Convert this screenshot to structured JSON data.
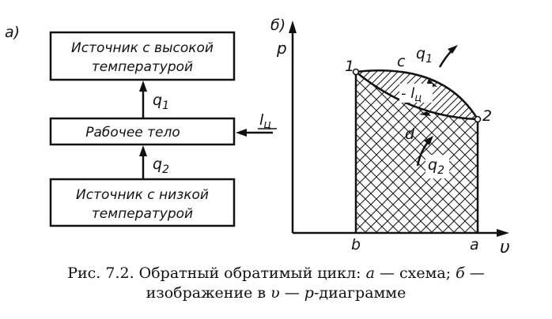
{
  "schema": {
    "panel_label": "а)",
    "hot_source_line1": "Источник с высокой",
    "hot_source_line2": "температурой",
    "working_body": "Рабочее тело",
    "cold_source_line1": "Источник с низкой",
    "cold_source_line2": "температурой",
    "heat_to_hot": "q",
    "heat_to_hot_sub": "1",
    "heat_from_cold": "q",
    "heat_from_cold_sub": "2",
    "work_label": "l",
    "work_sub": "ц"
  },
  "pv_diagram": {
    "panel_label": "б)",
    "y_axis_label": "p",
    "x_axis_label": "υ",
    "point_1": "1",
    "point_2": "2",
    "point_c": "c",
    "point_d": "d",
    "point_a": "a",
    "point_b": "b",
    "work_label": "- l",
    "work_sub": "ц",
    "heat_out_label": "q",
    "heat_out_sub": "1",
    "heat_in_label": "q",
    "heat_in_sub": "2"
  },
  "caption": {
    "line1_prefix": "Рис. 7.2. Обратный обратимый цикл: ",
    "line1_a": "а",
    "line1_mid": " — схема; ",
    "line1_b": "б",
    "line1_end": " —",
    "line2_prefix": "изображение в ",
    "line2_v": "υ",
    "line2_dash": " — ",
    "line2_p": "p",
    "line2_end": "-диаграмме"
  }
}
